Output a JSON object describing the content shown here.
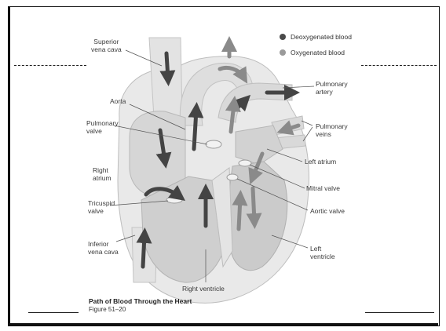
{
  "legend": [
    {
      "label": "Deoxygenated blood",
      "color": "#4a4a4a"
    },
    {
      "label": "Oxygenated blood",
      "color": "#9a9a9a"
    }
  ],
  "labels": {
    "superior_vena_cava": "Superior\nvena cava",
    "aorta": "Aorta",
    "pulmonary_valve": "Pulmonary\nvalve",
    "right_atrium": "Right\natrium",
    "tricuspid_valve": "Tricuspid\nvalve",
    "inferior_vena_cava": "Inferior\nvena cava",
    "right_ventricle": "Right ventricle",
    "pulmonary_artery": "Pulmonary\nartery",
    "pulmonary_veins": "Pulmonary\nveins",
    "left_atrium": "Left atrium",
    "mitral_valve": "Mitral valve",
    "aortic_valve": "Aortic valve",
    "left_ventricle": "Left\nventricle"
  },
  "caption": {
    "title": "Path of Blood Through the Heart",
    "figure": "Figure 51–20"
  }
}
